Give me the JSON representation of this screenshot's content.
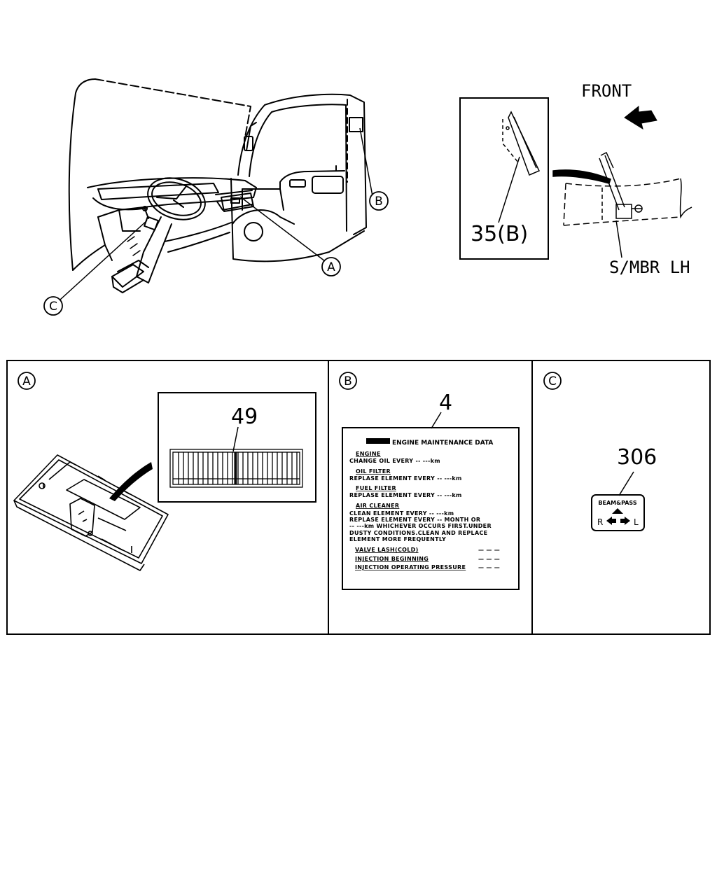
{
  "callouts": {
    "a": "A",
    "b": "B",
    "c": "C"
  },
  "top_right": {
    "front": "FRONT",
    "member": "S/MBR LH",
    "part_35": "35(B)"
  },
  "panel_a": {
    "part": "49"
  },
  "panel_b": {
    "part": "4",
    "label": {
      "title": "ENGINE MAINTENANCE DATA",
      "engine_heading": "ENGINE",
      "engine_line": "CHANGE OIL EVERY -- ---km",
      "oil_filter_heading": "OIL FILTER",
      "oil_filter_line": "REPLASE ELEMENT EVERY -- ---km",
      "fuel_filter_heading": "FUEL FILTER",
      "fuel_filter_line": "REPLASE ELEMENT EVERY -- ---km",
      "air_cleaner_heading": "AIR CLEANER",
      "air_lines": [
        "CLEAN ELEMENT EVERY -- ---km",
        "REPLASE ELEMENT EVERY -- MONTH OR",
        "-- ---km WHICHEVER OCCURS FIRST.UNDER",
        "DUSTY CONDITIONS.CLEAN AND REPLACE",
        "ELEMENT MORE FREQUENTLY"
      ],
      "specs": [
        "VALVE LASH(COLD)",
        "INJECTION BEGINNING",
        "INJECTION OPERATING PRESSURE"
      ],
      "spec_value": "— — —"
    }
  },
  "panel_c": {
    "part": "306",
    "label_title": "BEAM&PASS",
    "label_right": "R",
    "label_left": "L"
  }
}
